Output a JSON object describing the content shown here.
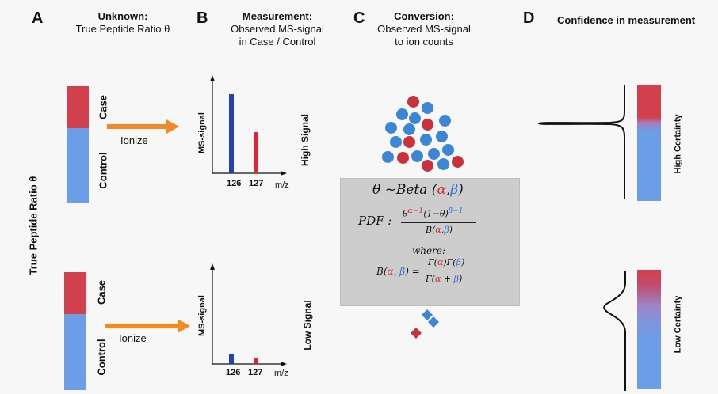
{
  "panels": {
    "a": {
      "letter": "A",
      "title": "Unknown:",
      "subtitle": "True Peptide Ratio θ"
    },
    "b": {
      "letter": "B",
      "title": "Measurement:",
      "subtitle_line1": "Observed MS-signal",
      "subtitle_line2": "in Case / Control"
    },
    "c": {
      "letter": "C",
      "title": "Conversion:",
      "subtitle_line1": "Observed MS-signal",
      "subtitle_line2": "to ion counts"
    },
    "d": {
      "letter": "D",
      "title": "Confidence in measurement"
    }
  },
  "side_label": "True  Peptide Ratio θ",
  "ratio_bars": {
    "top": {
      "case_label": "Case",
      "control_label": "Control",
      "case_fraction": 0.35
    },
    "bottom": {
      "case_label": "Case",
      "control_label": "Control",
      "case_fraction": 0.35
    }
  },
  "arrow_label": "Ionize",
  "spectra": {
    "y_label": "MS-signal",
    "x_label": "m/z",
    "ticks": [
      "126",
      "127"
    ],
    "high": {
      "label": "High Signal",
      "values": [
        100,
        52
      ]
    },
    "low": {
      "label": "Low Signal",
      "values": [
        13,
        7
      ]
    },
    "colors": {
      "126": "#2442b8",
      "127": "#d8283a"
    }
  },
  "formula": {
    "line1": {
      "lhs": "θ ~Beta (",
      "alpha": "α",
      ",": ",",
      "beta": "β",
      "close": ")"
    },
    "pdf_label": "PDF :",
    "where": "where:"
  },
  "confidence": {
    "high": {
      "label": "High Certainty",
      "peak": "sharp"
    },
    "low": {
      "label": "Low Certainty",
      "peak": "broad"
    }
  },
  "colors": {
    "case": "#d1404d",
    "control": "#6b9ee6",
    "arrow": "#f08a24",
    "formula_bg": "#cdcdcd"
  }
}
